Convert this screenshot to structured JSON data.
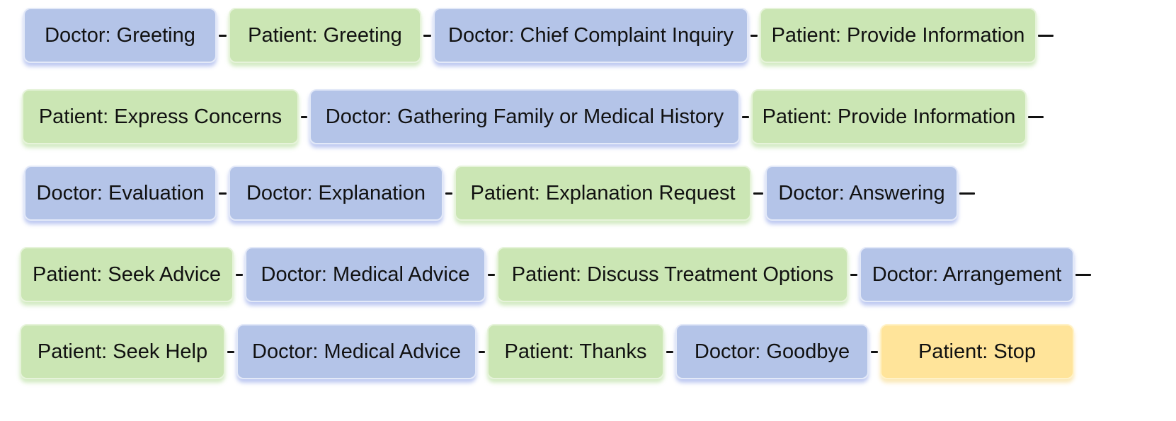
{
  "colors": {
    "doctor": "#b4c4e8",
    "patient": "#cbe6b4",
    "stop": "#ffe49a",
    "connector": "#111111"
  },
  "rows": [
    {
      "nodes": [
        {
          "label": "Doctor: Greeting",
          "role": "doctor"
        },
        {
          "label": "Patient: Greeting",
          "role": "patient"
        },
        {
          "label": "Doctor: Chief Complaint Inquiry",
          "role": "doctor"
        },
        {
          "label": "Patient: Provide Information",
          "role": "patient"
        }
      ]
    },
    {
      "nodes": [
        {
          "label": "Patient: Express Concerns",
          "role": "patient"
        },
        {
          "label": "Doctor: Gathering Family or Medical History",
          "role": "doctor"
        },
        {
          "label": "Patient: Provide Information",
          "role": "patient"
        }
      ]
    },
    {
      "nodes": [
        {
          "label": "Doctor: Evaluation",
          "role": "doctor"
        },
        {
          "label": "Doctor: Explanation",
          "role": "doctor"
        },
        {
          "label": "Patient: Explanation Request",
          "role": "patient"
        },
        {
          "label": "Doctor: Answering",
          "role": "doctor"
        }
      ]
    },
    {
      "nodes": [
        {
          "label": "Patient: Seek Advice",
          "role": "patient"
        },
        {
          "label": "Doctor: Medical Advice",
          "role": "doctor"
        },
        {
          "label": "Patient: Discuss Treatment Options",
          "role": "patient"
        },
        {
          "label": "Doctor: Arrangement",
          "role": "doctor"
        }
      ]
    },
    {
      "nodes": [
        {
          "label": "Patient: Seek Help",
          "role": "patient"
        },
        {
          "label": "Doctor: Medical Advice",
          "role": "doctor"
        },
        {
          "label": "Patient: Thanks",
          "role": "patient"
        },
        {
          "label": "Doctor: Goodbye",
          "role": "doctor"
        },
        {
          "label": "Patient: Stop",
          "role": "stop"
        }
      ]
    }
  ]
}
